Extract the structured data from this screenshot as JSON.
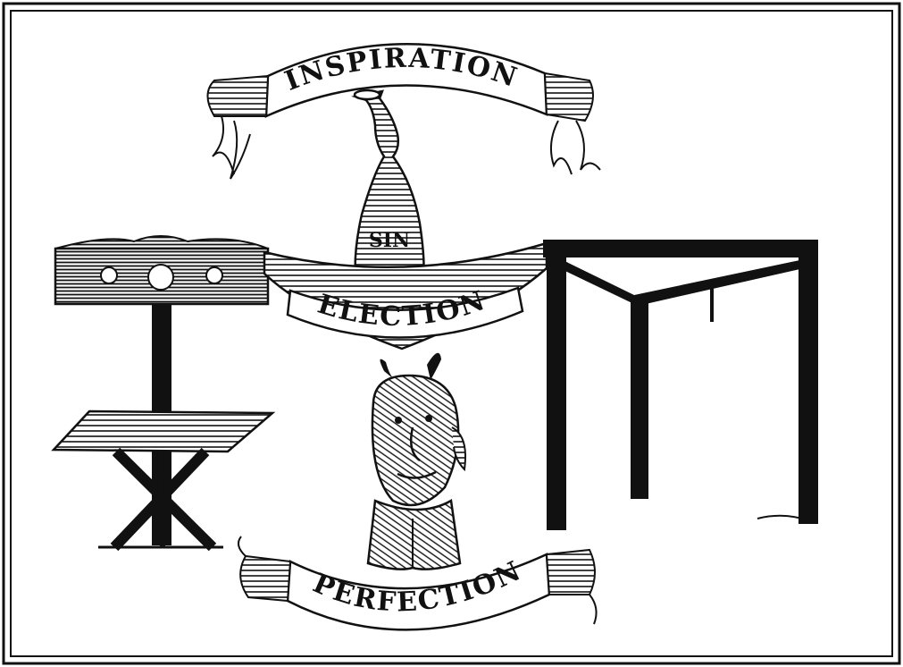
{
  "banners": {
    "top": "INSPIRATION",
    "middle": "ELECTION",
    "bottom": "PERFECTION"
  },
  "bell_label": "SIN",
  "colors": {
    "ink": "#111111",
    "paper": "#ffffff"
  },
  "icons": {
    "pillory": "pillory-icon",
    "whipping_post_table": "whipping-table-icon",
    "gallows": "gallows-icon",
    "bell": "bell-icon",
    "devil_head": "devil-head-icon"
  }
}
